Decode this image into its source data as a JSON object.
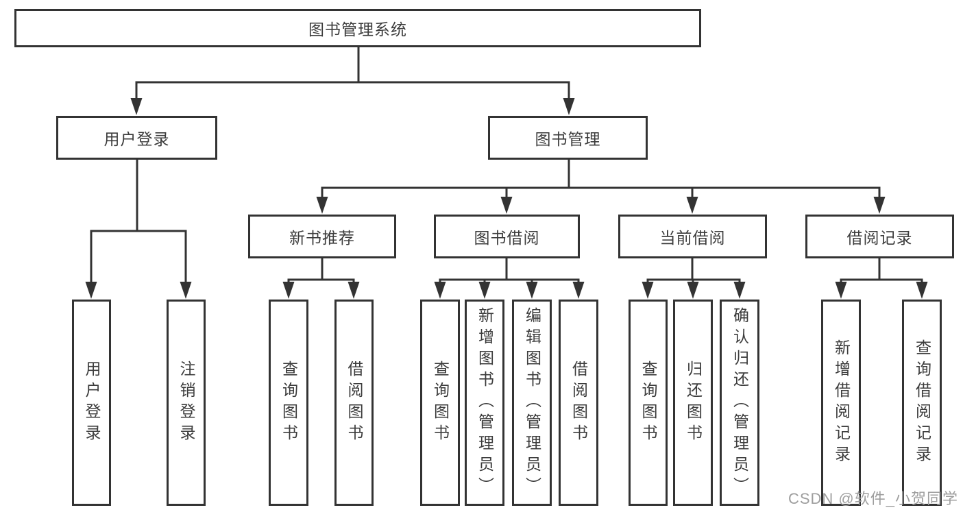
{
  "tree": {
    "root": {
      "label": "图书管理系统"
    },
    "level2": [
      {
        "label": "用户登录",
        "children": [
          {
            "label": "用户登录"
          },
          {
            "label": "注销登录"
          }
        ]
      },
      {
        "label": "图书管理",
        "children": [
          {
            "label": "新书推荐",
            "children": [
              {
                "label": "查询图书"
              },
              {
                "label": "借阅图书"
              }
            ]
          },
          {
            "label": "图书借阅",
            "children": [
              {
                "label": "查询图书"
              },
              {
                "label": "新增图书（管理员）"
              },
              {
                "label": "编辑图书（管理员）"
              },
              {
                "label": "借阅图书"
              }
            ]
          },
          {
            "label": "当前借阅",
            "children": [
              {
                "label": "查询图书"
              },
              {
                "label": "归还图书"
              },
              {
                "label": "确认归还（管理员）"
              }
            ]
          },
          {
            "label": "借阅记录",
            "children": [
              {
                "label": "新增借阅记录"
              },
              {
                "label": "查询借阅记录"
              }
            ]
          }
        ]
      }
    ]
  },
  "watermark": "CSDN @软件_小贺同学",
  "colors": {
    "line": "#333333",
    "box_border": "#333333",
    "text": "#3c3c3c",
    "watermark": "#9e9e9e",
    "background": "#ffffff"
  }
}
